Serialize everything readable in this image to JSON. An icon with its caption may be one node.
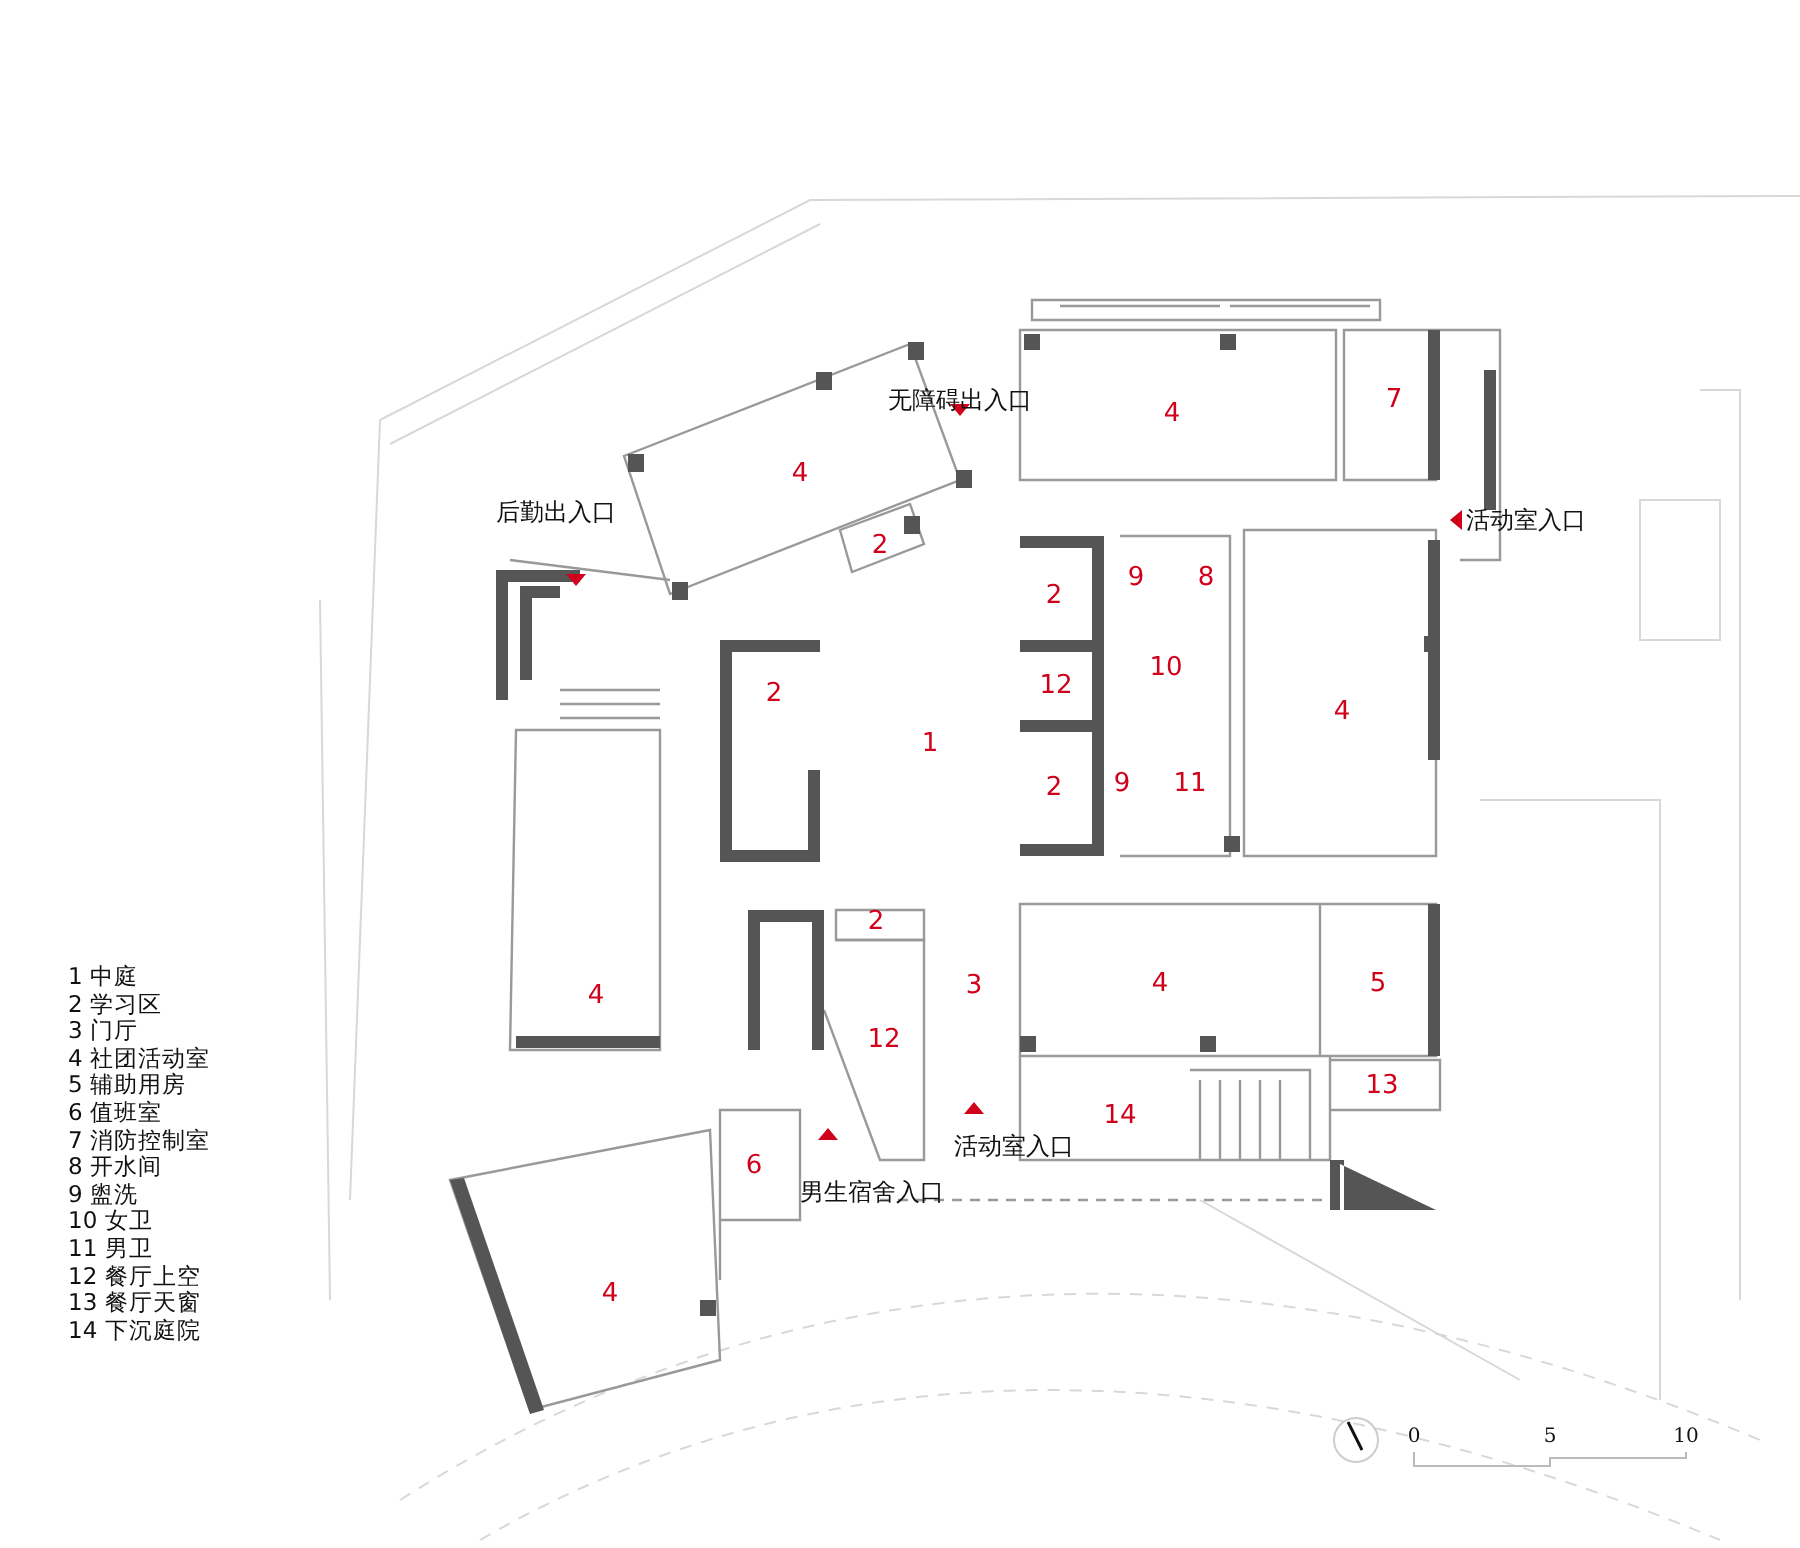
{
  "diagram": {
    "labels": [
      "无障碍出入口",
      "4",
      "7",
      "4",
      "后勤出入口",
      "活动室入口",
      "2",
      "2",
      "9",
      "8",
      "2",
      "12",
      "10",
      "4",
      "1",
      "2",
      "9",
      "11",
      "2",
      "4",
      "3",
      "4",
      "5",
      "12",
      "13",
      "14",
      "6",
      "活动室入口",
      "男生宿舍入口",
      "4",
      "1 中庭",
      "2 学习区",
      "3 门厅",
      "4 社团活动室",
      "5 辅助用房",
      "6 值班室",
      "7 消防控制室",
      "8 开水间",
      "9 盥洗",
      "10 女卫",
      "11 男卫",
      "12 餐厅上空",
      "13 餐厅天窗",
      "14 下沉庭院",
      "0",
      "5",
      "10"
    ]
  }
}
